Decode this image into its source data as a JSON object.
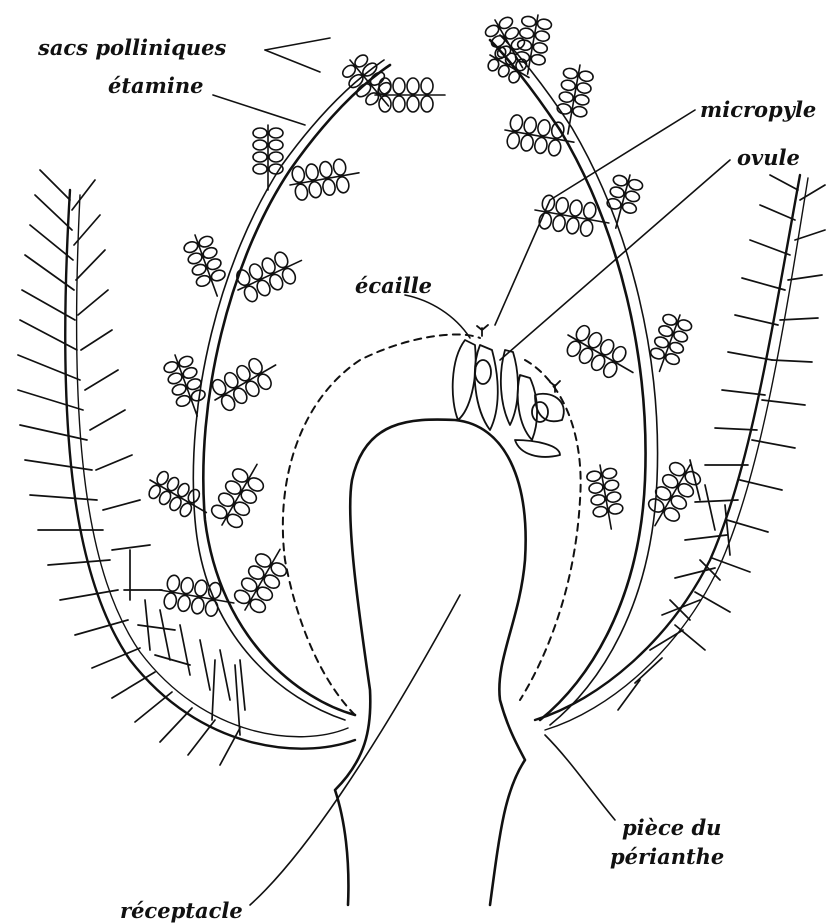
{
  "labels": {
    "sacs_polliniques": "sacs polliniques",
    "etamine": "étamine",
    "micropyle": "micropyle",
    "ovule": "ovule",
    "ecaille": "écaille",
    "receptacle": "réceptacle",
    "piece_du": "pièce du",
    "perianthe": "périanthe"
  },
  "colors": {
    "ink": "#111111",
    "background": "#ffffff"
  }
}
